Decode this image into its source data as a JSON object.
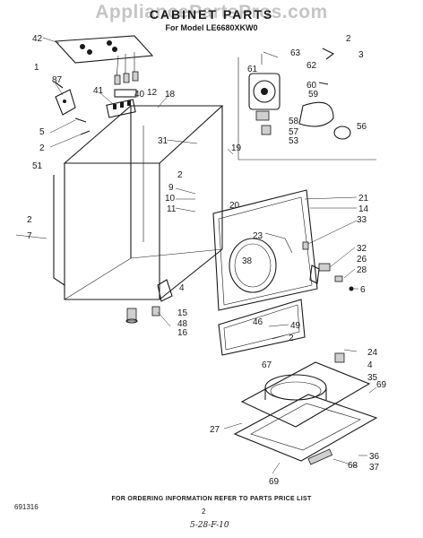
{
  "header": {
    "title": "CABINET PARTS",
    "model": "For Model LE6680XKW0",
    "watermark": "AppliancePartsPros.com"
  },
  "footer": {
    "ordering_note": "FOR ORDERING INFORMATION REFER TO PARTS PRICE LIST",
    "page_number": "2",
    "catalog_number": "691316",
    "handwritten_note": "5-28-F-10"
  },
  "callouts": [
    "42",
    "87",
    "41",
    "40",
    "12",
    "18",
    "5",
    "2",
    "51",
    "31",
    "19",
    "9",
    "10",
    "11",
    "20",
    "21",
    "14",
    "7",
    "23",
    "33",
    "38",
    "32",
    "26",
    "28",
    "6",
    "4",
    "15",
    "48",
    "16",
    "46",
    "49",
    "24",
    "67",
    "35",
    "69",
    "27",
    "36",
    "68",
    "37",
    "63",
    "3",
    "62",
    "61",
    "60",
    "59",
    "58",
    "57",
    "56",
    "53",
    "1"
  ]
}
